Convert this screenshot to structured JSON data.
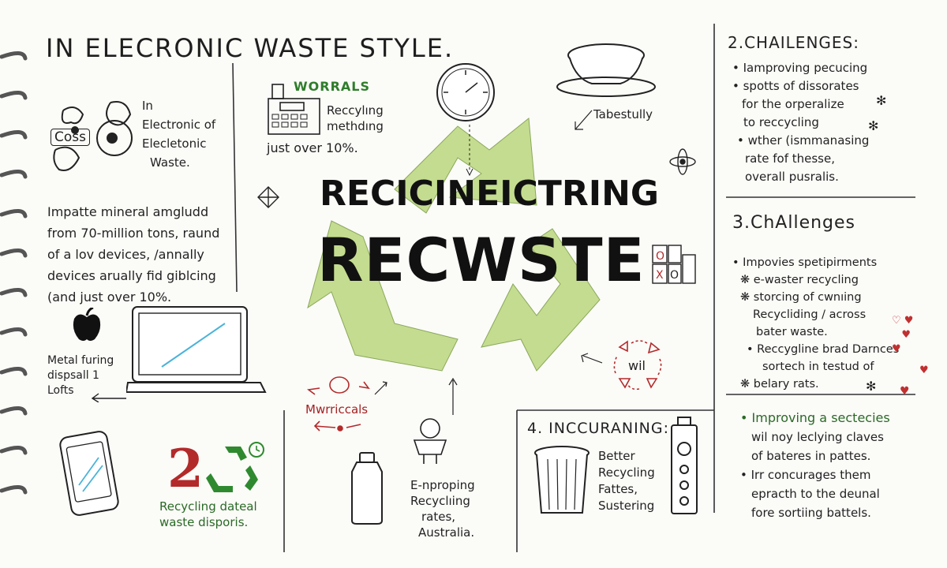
{
  "header": {
    "title": "IN ELECRONIC WASTE STYLE."
  },
  "left_top": {
    "lines": [
      "In",
      "Electronic of",
      "Elecletonic",
      "Waste."
    ],
    "badge": "Coss"
  },
  "workals": {
    "title": "WORRALS",
    "sub": [
      "Reccylıng",
      "methdıng"
    ],
    "note": "just over 10%."
  },
  "left_mid": {
    "lines": [
      "Impatte mineral amgludd",
      "from 70-million tons, raund",
      "of a lov devices, /annally",
      "devices arually fid giblcing",
      "(and just over 10%."
    ]
  },
  "left_bottom": {
    "lines": [
      "Metal furing",
      "dispsall 1",
      "Lofts"
    ]
  },
  "bottom_left": {
    "number": "2",
    "lines": [
      "Recycling dateal",
      "waste disporis."
    ]
  },
  "center": {
    "tabestully": "Tabestully",
    "title1": "RECICINEICTRING",
    "title2": "RECWSTE",
    "murricals": "Mwrriccals",
    "bottom_lines": [
      "E-nproping",
      "Recyclıing",
      "rates,",
      "Australia."
    ],
    "wil": "wil"
  },
  "challenges2": {
    "title": "2.CHAILENGES:",
    "lines": [
      "• Iamproving pecucing",
      "• spotts of dissorates",
      "for the orperalize",
      "to reccycling",
      "• wther (ismmanasing",
      "rate fof thesse,",
      "overall pusralis."
    ]
  },
  "challenges3": {
    "title": "3.ChAllenges",
    "lines": [
      "• Impovies spetipirments",
      "❋ e-waster recycling",
      "❋ storcing of cwnıing",
      "Recycliding / across",
      "bater waste.",
      "• Reccygline brad Darnces",
      "sortech in testud of",
      "❋ belary rats."
    ]
  },
  "improving": {
    "lines": [
      "• Improving a sectecies",
      "wil noy leclying claves",
      "of bateres in pattes.",
      "• Irr concurages them",
      "epracth to the deunal",
      "fore sortiing battels."
    ]
  },
  "incuraning": {
    "title": "4. INCCURANING:",
    "lines": [
      "Better",
      "Recycling",
      "Fattes,",
      "Sustering"
    ]
  },
  "colors": {
    "green_fill": "#c4dc8f",
    "green_ink": "#2f7d2b",
    "red_ink": "#a32222",
    "ink": "#1e1e1e"
  }
}
